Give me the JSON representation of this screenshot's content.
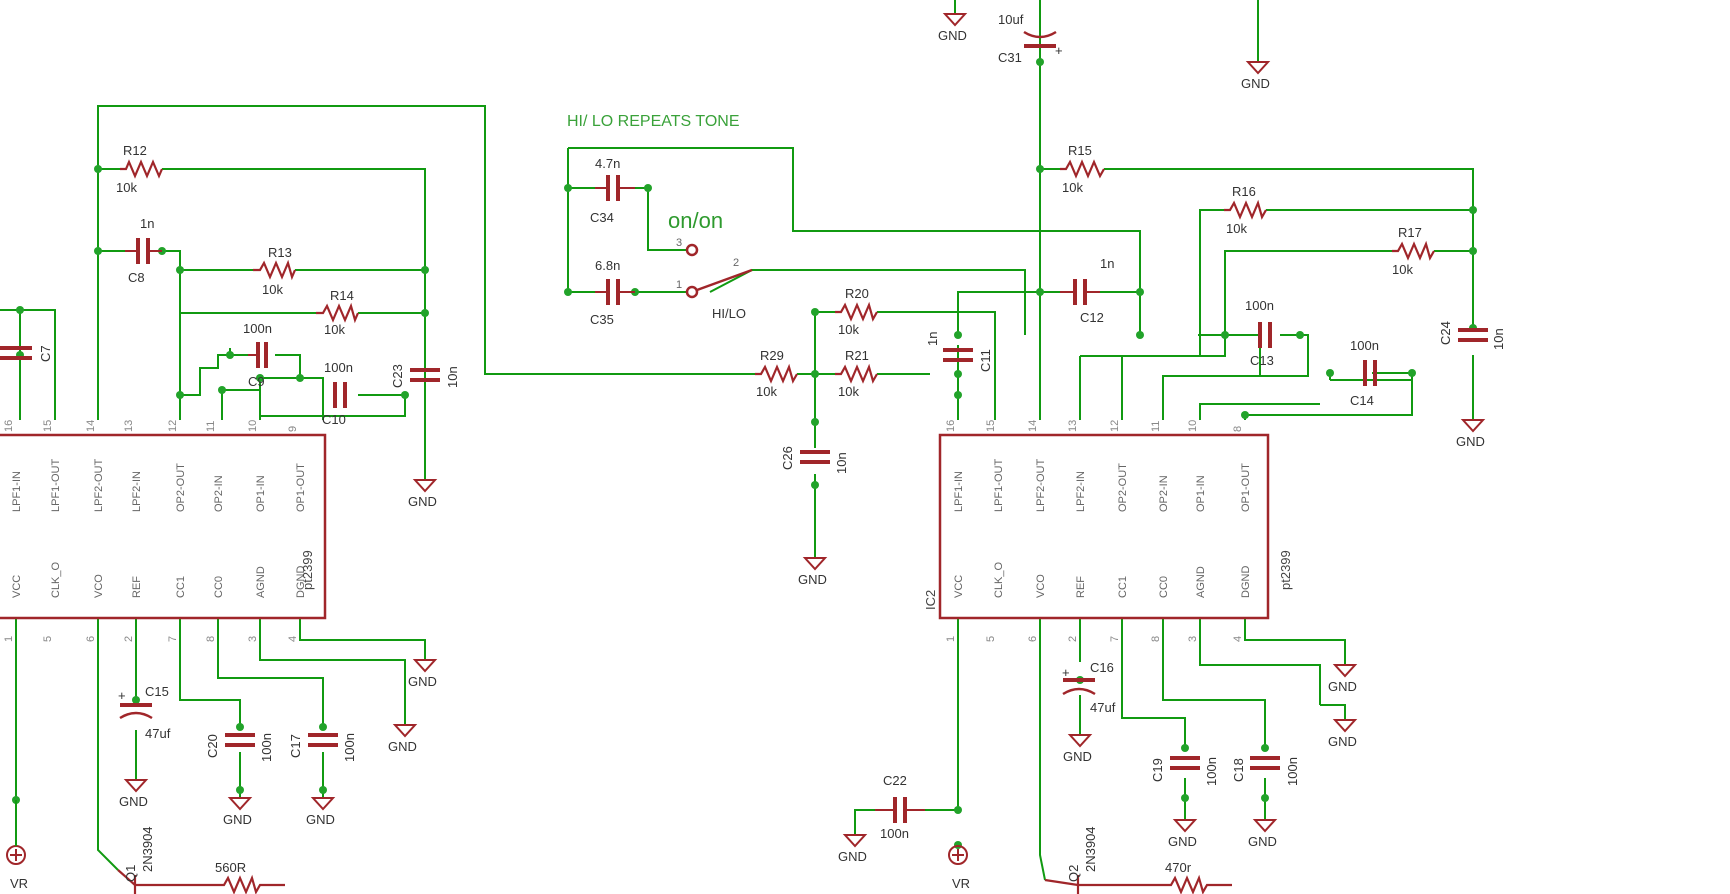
{
  "schematic": {
    "wire_color": "#119a11",
    "part_color": "#a0262a",
    "notes": {
      "tone": "HI/ LO REPEATS TONE",
      "switch_type": "on/on",
      "switch_label": "HI/LO"
    },
    "power": {
      "gnd": "GND",
      "vr": "VR"
    },
    "ic_left": {
      "part": "pt2399",
      "top_pins": [
        {
          "num": "16",
          "name": "LPF1-IN"
        },
        {
          "num": "15",
          "name": "LPF1-OUT"
        },
        {
          "num": "14",
          "name": "LPF2-OUT"
        },
        {
          "num": "13",
          "name": "LPF2-IN"
        },
        {
          "num": "12",
          "name": "OP2-OUT"
        },
        {
          "num": "11",
          "name": "OP2-IN"
        },
        {
          "num": "10",
          "name": "OP1-IN"
        },
        {
          "num": "9",
          "name": "OP1-OUT"
        }
      ],
      "bottom_pins": [
        {
          "num": "1",
          "name": "VCC"
        },
        {
          "num": "5",
          "name": "CLK_O"
        },
        {
          "num": "6",
          "name": "VCO"
        },
        {
          "num": "2",
          "name": "REF"
        },
        {
          "num": "7",
          "name": "CC1"
        },
        {
          "num": "8",
          "name": "CC0"
        },
        {
          "num": "3",
          "name": "AGND"
        },
        {
          "num": "4",
          "name": "DGND"
        }
      ]
    },
    "ic_right": {
      "ref": "IC2",
      "part": "pt2399",
      "top_pins": [
        {
          "num": "16",
          "name": "LPF1-IN"
        },
        {
          "num": "15",
          "name": "LPF1-OUT"
        },
        {
          "num": "14",
          "name": "LPF2-OUT"
        },
        {
          "num": "13",
          "name": "LPF2-IN"
        },
        {
          "num": "12",
          "name": "OP2-OUT"
        },
        {
          "num": "11",
          "name": "OP2-IN"
        },
        {
          "num": "10",
          "name": "OP1-IN"
        },
        {
          "num": "8",
          "name": "OP1-OUT"
        }
      ],
      "bottom_pins": [
        {
          "num": "1",
          "name": "VCC"
        },
        {
          "num": "5",
          "name": "CLK_O"
        },
        {
          "num": "6",
          "name": "VCO"
        },
        {
          "num": "2",
          "name": "REF"
        },
        {
          "num": "7",
          "name": "CC1"
        },
        {
          "num": "8",
          "name": "CC0"
        },
        {
          "num": "3",
          "name": "AGND"
        },
        {
          "num": "4",
          "name": "DGND"
        }
      ]
    },
    "resistors": [
      {
        "ref": "R12",
        "value": "10k"
      },
      {
        "ref": "R13",
        "value": "10k"
      },
      {
        "ref": "R14",
        "value": "10k"
      },
      {
        "ref": "R15",
        "value": "10k"
      },
      {
        "ref": "R16",
        "value": "10k"
      },
      {
        "ref": "R17",
        "value": "10k"
      },
      {
        "ref": "R20",
        "value": "10k"
      },
      {
        "ref": "R21",
        "value": "10k"
      },
      {
        "ref": "R29",
        "value": "10k"
      },
      {
        "ref": "",
        "value": "560R"
      },
      {
        "ref": "",
        "value": "470r"
      }
    ],
    "capacitors": [
      {
        "ref": "C7",
        "value": ""
      },
      {
        "ref": "C8",
        "value": "1n"
      },
      {
        "ref": "C9",
        "value": "100n"
      },
      {
        "ref": "C10",
        "value": "100n"
      },
      {
        "ref": "C11",
        "value": "1n"
      },
      {
        "ref": "C12",
        "value": "1n"
      },
      {
        "ref": "C13",
        "value": "100n"
      },
      {
        "ref": "C14",
        "value": "100n"
      },
      {
        "ref": "C15",
        "value": "47uf"
      },
      {
        "ref": "C16",
        "value": "47uf"
      },
      {
        "ref": "C17",
        "value": "100n"
      },
      {
        "ref": "C18",
        "value": "100n"
      },
      {
        "ref": "C19",
        "value": "100n"
      },
      {
        "ref": "C20",
        "value": "100n"
      },
      {
        "ref": "C22",
        "value": "100n"
      },
      {
        "ref": "C23",
        "value": "10n"
      },
      {
        "ref": "C24",
        "value": "10n"
      },
      {
        "ref": "C26",
        "value": "10n"
      },
      {
        "ref": "C31",
        "value": "10uf"
      },
      {
        "ref": "C34",
        "value": "4.7n"
      },
      {
        "ref": "C35",
        "value": "6.8n"
      }
    ],
    "transistors": [
      {
        "ref": "Q1",
        "part": "2N3904"
      },
      {
        "ref": "Q2",
        "part": "2N3904"
      }
    ],
    "switch_pins": [
      "3",
      "1",
      "2"
    ]
  }
}
